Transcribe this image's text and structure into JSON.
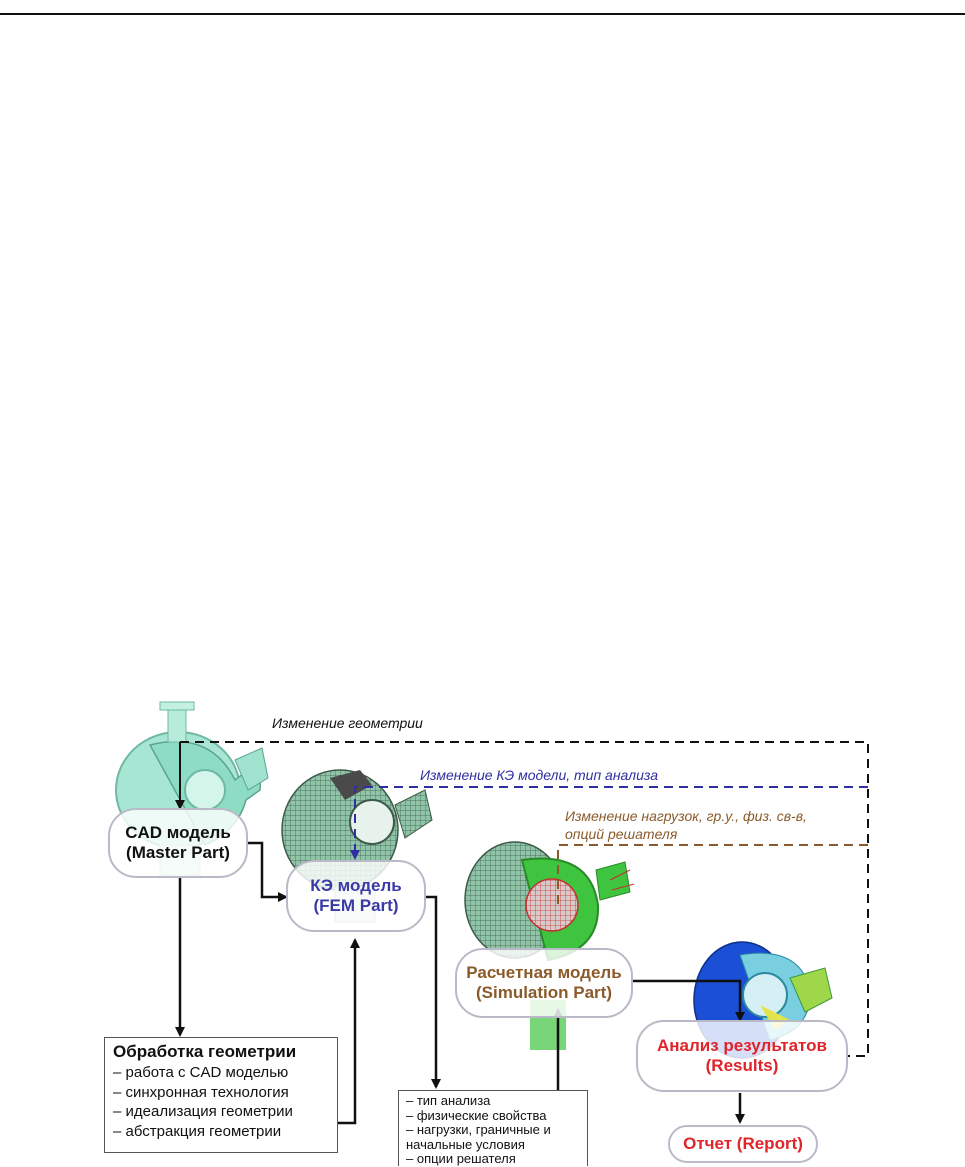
{
  "feedback": {
    "geometry": "Изменение геометрии",
    "fem": "Изменение КЭ модели, тип анализа",
    "loads_line1": "Изменение нагрузок, гр.у., физ. св-в,",
    "loads_line2": "опций решателя"
  },
  "nodes": {
    "cad": {
      "line1": "CAD модель",
      "line2": "(Master Part)"
    },
    "fem": {
      "line1": "КЭ модель",
      "line2": "(FEM Part)"
    },
    "sim": {
      "line1": "Расчетная модель",
      "line2": "(Simulation Part)"
    },
    "results": {
      "line1": "Анализ результатов",
      "line2": "(Results)"
    },
    "report": {
      "label": "Отчет (Report)"
    }
  },
  "geometry_box": {
    "title": "Обработка геометрии",
    "items": [
      "– работа с CAD моделью",
      "– синхронная технология",
      "– идеализация геометрии",
      "– абстракция геометрии"
    ]
  },
  "analysis_box": {
    "items": [
      "– тип анализа",
      "– физические свойства",
      "– нагрузки, граничные и",
      "начальные условия",
      "– опции решателя"
    ]
  },
  "colors": {
    "geometry_line": "#111111",
    "fem_line": "#2e2fa0",
    "loads_line": "#8a5a2b",
    "results_text": "#e0242a",
    "cad_model": "#9fe3cf",
    "fem_mesh": "#7fb59a",
    "sim_green": "#3ec43e",
    "results_blue": "#1a4fd6"
  }
}
